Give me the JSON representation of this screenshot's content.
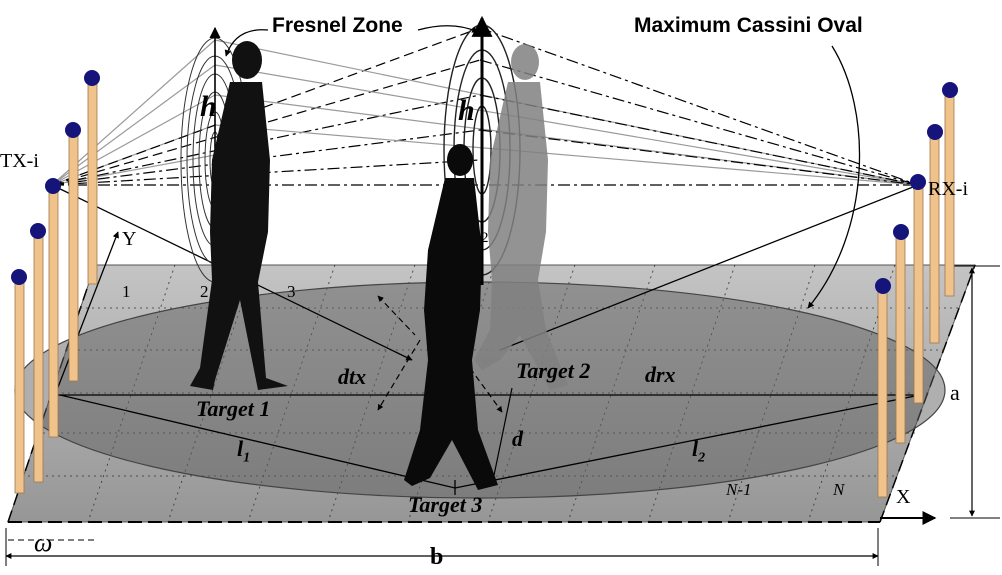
{
  "labels": {
    "fresnel_zone": "Fresnel Zone",
    "max_cassini_oval": "Maximum Cassini Oval",
    "tx": "TX-i",
    "rx": "RX-i",
    "axis_y": "Y",
    "axis_x": "X",
    "height": "h",
    "target1": "Target 1",
    "target2": "Target 2",
    "target3": "Target 3",
    "dtx": "dtx",
    "drx": "drx",
    "d": "d",
    "l1": "l",
    "l1_sub": "1",
    "l2": "l",
    "l2_sub": "2",
    "dim_a": "a",
    "dim_b": "b",
    "omega": "ω",
    "cell_1": "1",
    "cell_2": "2",
    "cell_3": "3",
    "cell_n1": "N-1",
    "cell_n": "N",
    "zone_small_2": "2"
  },
  "colors": {
    "floor_top": "#bdbdbd",
    "floor_bottom": "#9b9b9b",
    "ellipse": "#6f6f6f",
    "pole": "#f0c28c",
    "pole_head": "#14147a",
    "silhouette_dark": "#111111",
    "silhouette_light": "#7a7a7a"
  }
}
